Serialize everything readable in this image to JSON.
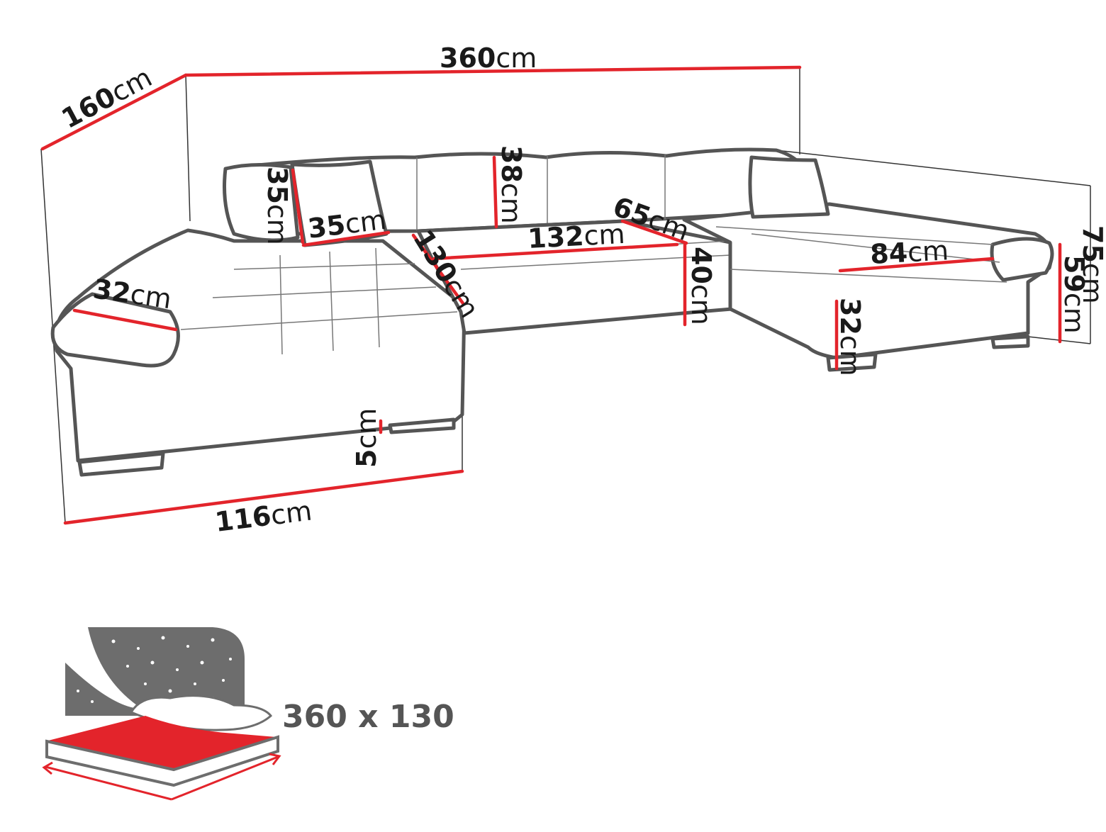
{
  "unit": "cm",
  "dimensions": {
    "total_width": "360",
    "total_depth": "160",
    "left_chaise_width": "116",
    "right_depth_height": "75",
    "back_height": "38",
    "pillow_height": "35",
    "pillow_width": "35",
    "armrest_width": "32",
    "chaise_length": "130",
    "middle_seat_width": "132",
    "seat_depth": "65",
    "seat_height": "40",
    "right_chaise_width": "84",
    "right_seat_height": "32",
    "right_arm_height": "59",
    "leg_height": "5"
  },
  "bed": {
    "label": "360 x 130",
    "mattress_color": "#e3242b",
    "panel_color": "#6d6d6d"
  },
  "colors": {
    "dimension_line": "#e3242b",
    "outline": "#555555"
  }
}
